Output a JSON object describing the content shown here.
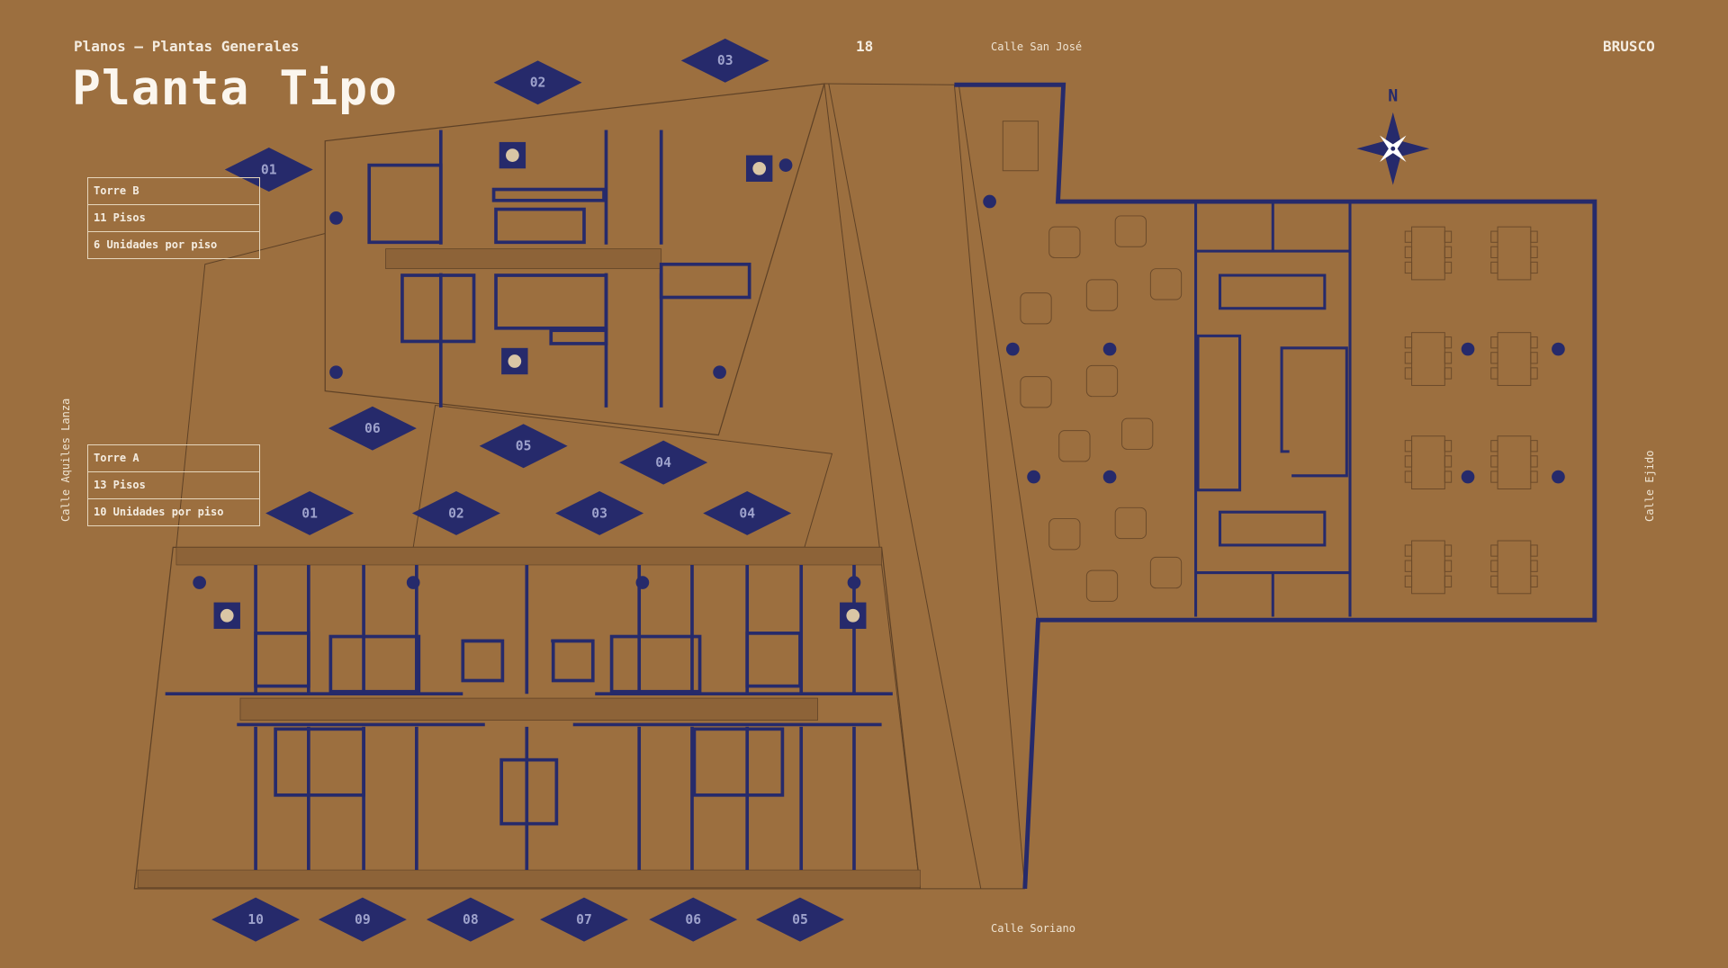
{
  "header": {
    "section": "Planos — Plantas Generales",
    "title": "Planta Tipo",
    "page_number": "18",
    "brand": "BRUSCO"
  },
  "streets": {
    "north": "Calle San José",
    "south": "Calle Soriano",
    "west": "Calle Aquiles Lanza",
    "east": "Calle Ejido"
  },
  "compass": {
    "label": "N"
  },
  "towers": [
    {
      "name": "Torre B",
      "floors": "11 Pisos",
      "units": "6 Unidades por piso",
      "unit_labels": [
        "01",
        "02",
        "03",
        "04",
        "05",
        "06"
      ]
    },
    {
      "name": "Torre A",
      "floors": "13 Pisos",
      "units": "10 Unidades por piso",
      "unit_labels": [
        "01",
        "02",
        "03",
        "04",
        "05",
        "06",
        "07",
        "08",
        "09",
        "10"
      ]
    }
  ],
  "colors": {
    "background": "#9c6f3f",
    "ink": "#262a6b",
    "line": "#6b4a2a",
    "text": "#f4ece0"
  }
}
